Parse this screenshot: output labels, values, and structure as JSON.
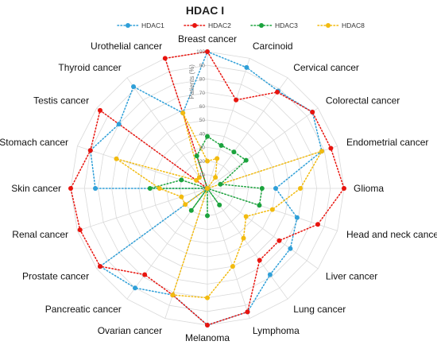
{
  "chart_data": {
    "type": "radar",
    "title": "HDAC I",
    "axis_title": "Patients (%)",
    "rlim": [
      0,
      100
    ],
    "rticks": [
      0,
      10,
      20,
      30,
      40,
      50,
      60,
      70,
      80,
      90,
      100
    ],
    "grid": true,
    "legend_position": "top",
    "categories": [
      "Breast cancer",
      "Carcinoid",
      "Cervical cancer",
      "Colorectal cancer",
      "Endometrial cancer",
      "Glioma",
      "Head and neck cancer",
      "Liver cancer",
      "Lung cancer",
      "Lymphoma",
      "Melanoma",
      "Ovarian cancer",
      "Pancreatic cancer",
      "Prostate cancer",
      "Renal cancer",
      "Skin cancer",
      "Stomach cancer",
      "Testis cancer",
      "Thyroid cancer",
      "Urothelial cancer"
    ],
    "series": [
      {
        "name": "HDAC1",
        "color": "#2E9FD8",
        "values": [
          100,
          93,
          88,
          95,
          88,
          50,
          69,
          75,
          78,
          95,
          100,
          82,
          90,
          97,
          0,
          82,
          90,
          80,
          92,
          58
        ]
      },
      {
        "name": "HDAC2",
        "color": "#E8140E",
        "values": [
          100,
          68,
          87,
          95,
          95,
          100,
          85,
          65,
          65,
          95,
          100,
          82,
          78,
          97,
          98,
          100,
          90,
          97,
          0,
          100
        ]
      },
      {
        "name": "HDAC3",
        "color": "#1BA33D",
        "values": [
          38,
          33,
          33,
          35,
          10,
          40,
          40,
          0,
          15,
          0,
          20,
          0,
          20,
          0,
          0,
          42,
          20,
          0,
          0,
          25
        ]
      },
      {
        "name": "HDAC8",
        "color": "#F2BB10",
        "values": [
          20,
          23,
          10,
          0,
          88,
          68,
          50,
          35,
          45,
          60,
          80,
          82,
          0,
          20,
          20,
          35,
          70,
          10,
          10,
          58
        ]
      }
    ]
  }
}
